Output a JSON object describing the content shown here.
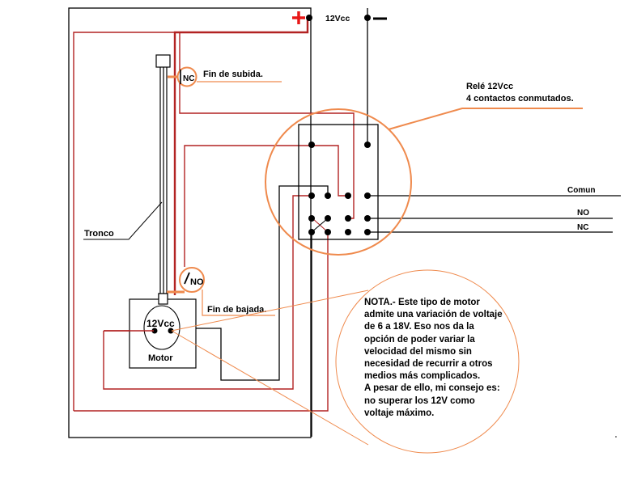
{
  "colors": {
    "wire_red": "#b22222",
    "wire_black": "#000000",
    "callout_orange": "#ef8a4d",
    "plus_red": "#e81818"
  },
  "power": {
    "positive_symbol": "+",
    "voltage_label": "12Vcc",
    "negative_symbol": "—"
  },
  "switches": {
    "top_limit": {
      "contact": "NC",
      "label": "Fin de subida."
    },
    "bottom_limit": {
      "contact": "NO",
      "label": "Fin de bajada."
    }
  },
  "tronco_label": "Tronco",
  "motor": {
    "voltage_label": "12Vcc",
    "label": "Motor"
  },
  "relay": {
    "title": "Relé 12Vcc",
    "subtitle": "4 contactos conmutados."
  },
  "outputs": {
    "comun": "Comun",
    "no": "NO",
    "nc": "NC"
  },
  "note": {
    "text": "NOTA.- Este tipo de motor admite una variación de voltaje de 6 a 18V. Eso nos da la opción de poder variar la velocidad del mismo sin necesidad de recurrir a otros medios más complicados.\nA pesar de ello, mi consejo es: no superar los 12V como voltaje máximo."
  }
}
